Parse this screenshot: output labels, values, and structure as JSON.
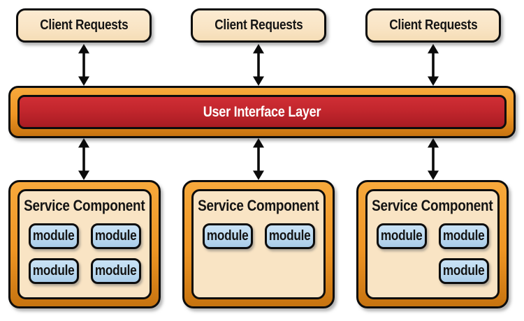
{
  "colors": {
    "background": "#FFFFFF",
    "cream": "#F9E4C4",
    "orange": "#EE9524",
    "red": "#C2262D",
    "blue": "#BCDAF0",
    "outline": "#0D0D0D",
    "arrow": "#0B0B0B",
    "text": "#141414",
    "ui_text": "#FFFFFF"
  },
  "clients": [
    {
      "label": "Client Requests"
    },
    {
      "label": "Client Requests"
    },
    {
      "label": "Client Requests"
    }
  ],
  "ui_layer": {
    "label": "User Interface Layer"
  },
  "services": [
    {
      "label": "Service Component",
      "modules": [
        "module",
        "module",
        "module",
        "module"
      ]
    },
    {
      "label": "Service Component",
      "modules": [
        "module",
        "module"
      ]
    },
    {
      "label": "Service Component",
      "modules": [
        "module",
        "module",
        "module"
      ]
    }
  ]
}
